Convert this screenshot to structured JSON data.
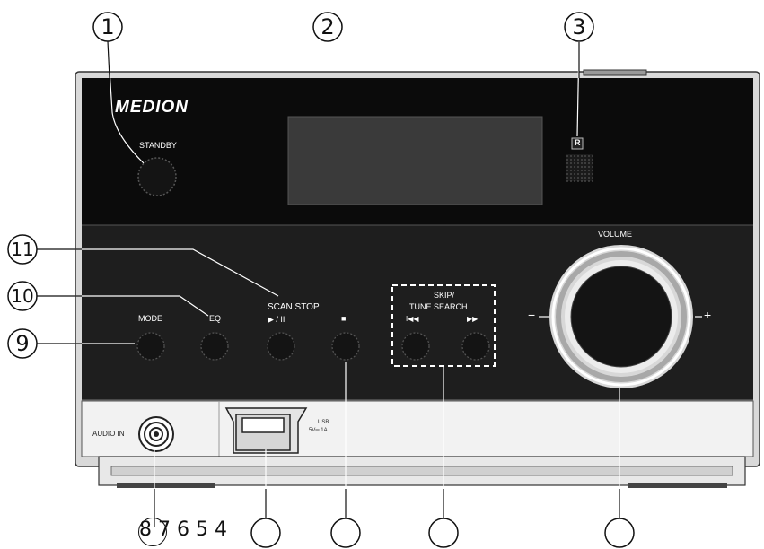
{
  "device": {
    "brand": "MEDION",
    "labels": {
      "standby": "STANDBY",
      "volume": "VOLUME",
      "volume_minus": "−",
      "volume_plus": "+",
      "scan_stop": "SCAN STOP",
      "play_pause": "▶ / II",
      "mode": "MODE",
      "eq": "EQ",
      "stop_symbol": "■",
      "skip_line1": "SKIP/",
      "skip_line2": "TUNE SEARCH",
      "prev_symbol": "I◀◀",
      "next_symbol": "▶▶I",
      "audio_in": "AUDIO IN",
      "usb_line1": "USB",
      "usb_line2": "5V═ 1A",
      "ir_symbol": "R"
    }
  },
  "callouts": {
    "c1": "1",
    "c2": "2",
    "c3": "3",
    "c9": "9",
    "c10": "10",
    "c11": "11",
    "bottom_row": "8 7 6 5 4"
  },
  "colors": {
    "panel_top": "#0b0b0b",
    "panel_mid": "#1c1c1c",
    "strip": "#f2f2f2",
    "display": "#3a3a3a",
    "knob": "#141414"
  }
}
